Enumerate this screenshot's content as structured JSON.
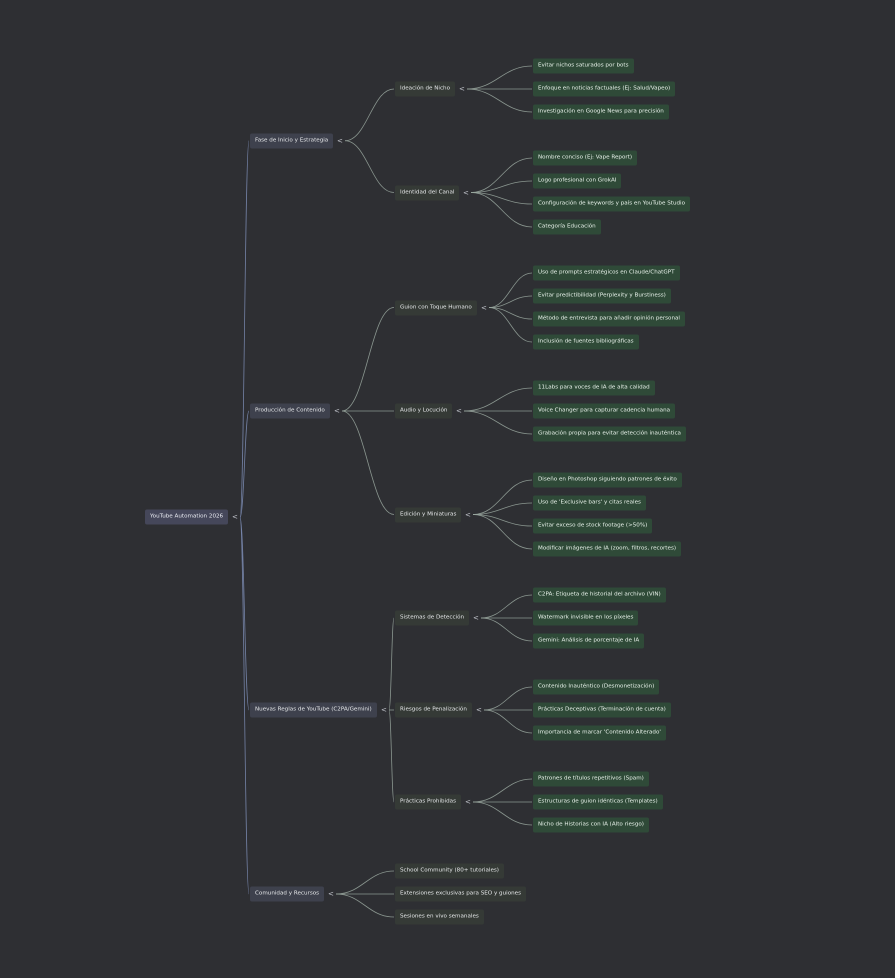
{
  "mindmap": {
    "root": {
      "label": "YouTube Automation 2026",
      "children": [
        {
          "label": "Fase de Inicio y Estrategia",
          "children": [
            {
              "label": "Ideación de Nicho",
              "children": [
                {
                  "label": "Evitar nichos saturados por bots"
                },
                {
                  "label": "Enfoque en noticias factuales (Ej: Salud/Vapeo)"
                },
                {
                  "label": "Investigación en Google News para precisión"
                }
              ]
            },
            {
              "label": "Identidad del Canal",
              "children": [
                {
                  "label": "Nombre conciso (Ej: Vape Report)"
                },
                {
                  "label": "Logo profesional con GrokAI"
                },
                {
                  "label": "Configuración de keywords y país en YouTube Studio"
                },
                {
                  "label": "Categoría Educación"
                }
              ]
            }
          ]
        },
        {
          "label": "Producción de Contenido",
          "children": [
            {
              "label": "Guion con Toque Humano",
              "children": [
                {
                  "label": "Uso de prompts estratégicos en Claude/ChatGPT"
                },
                {
                  "label": "Evitar predictibilidad (Perplexity y Burstiness)"
                },
                {
                  "label": "Método de entrevista para añadir opinión personal"
                },
                {
                  "label": "Inclusión de fuentes bibliográficas"
                }
              ]
            },
            {
              "label": "Audio y Locución",
              "children": [
                {
                  "label": "11Labs para voces de IA de alta calidad"
                },
                {
                  "label": "Voice Changer para capturar cadencia humana"
                },
                {
                  "label": "Grabación propia para evitar detección inauténtica"
                }
              ]
            },
            {
              "label": "Edición y Miniaturas",
              "children": [
                {
                  "label": "Diseño en Photoshop siguiendo patrones de éxito"
                },
                {
                  "label": "Uso de 'Exclusive bars' y citas reales"
                },
                {
                  "label": "Evitar exceso de stock footage (>50%)"
                },
                {
                  "label": "Modificar imágenes de IA (zoom, filtros, recortes)"
                }
              ]
            }
          ]
        },
        {
          "label": "Nuevas Reglas de YouTube (C2PA/Gemini)",
          "children": [
            {
              "label": "Sistemas de Detección",
              "children": [
                {
                  "label": "C2PA: Etiqueta de historial del archivo (VIN)"
                },
                {
                  "label": "Watermark invisible en los píxeles"
                },
                {
                  "label": "Gemini: Análisis de porcentaje de IA"
                }
              ]
            },
            {
              "label": "Riesgos de Penalización",
              "children": [
                {
                  "label": "Contenido Inauténtico (Desmonetización)"
                },
                {
                  "label": "Prácticas Deceptivas (Terminación de cuenta)"
                },
                {
                  "label": "Importancia de marcar 'Contenido Alterado'"
                }
              ]
            },
            {
              "label": "Prácticas Prohibidas",
              "children": [
                {
                  "label": "Patrones de títulos repetitivos (Spam)"
                },
                {
                  "label": "Estructuras de guion idénticas (Templates)"
                },
                {
                  "label": "Nicho de Historias con IA (Alto riesgo)"
                }
              ]
            }
          ]
        },
        {
          "label": "Comunidad y Recursos",
          "children": [
            {
              "label": "School Community (80+ tutoriales)"
            },
            {
              "label": "Extensiones exclusivas para SEO y guiones"
            },
            {
              "label": "Sesiones en vivo semanales"
            }
          ]
        }
      ]
    },
    "collapse_glyph": "<",
    "colors": {
      "background": "#2e2f33",
      "root_node": "#45475a",
      "level1_node": "#3e414d",
      "level2_node": "#353a36",
      "level3_node": "#2f4a38",
      "connector_root": "#7f8fb8",
      "connector_branch": "#9aa8a0"
    },
    "icons": [
      "collapse-chevron-icon"
    ]
  }
}
